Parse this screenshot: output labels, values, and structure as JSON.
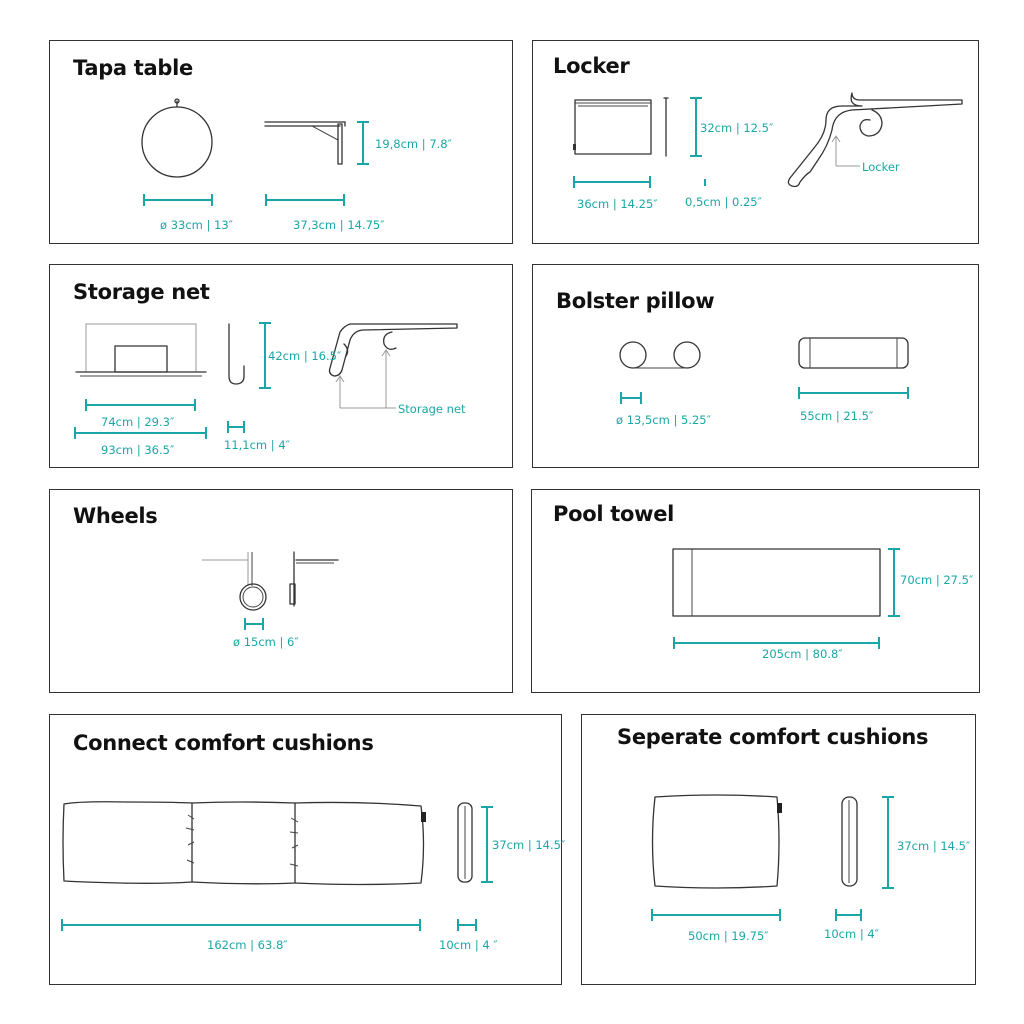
{
  "colors": {
    "dimension": "#1aa6a6",
    "ink": "#333333",
    "background": "#ffffff"
  },
  "panels": {
    "tapa_table": {
      "title": "Tapa table",
      "dims": [
        "ø 33cm | 13″",
        "19,8cm | 7.8″",
        "37,3cm | 14.75″"
      ]
    },
    "locker": {
      "title": "Locker",
      "dims": [
        "32cm | 12.5″",
        "36cm | 14.25″",
        "0,5cm | 0.25″"
      ],
      "callout": "Locker"
    },
    "storage_net": {
      "title": "Storage net",
      "dims": [
        "42cm | 16.5″",
        "74cm | 29.3″",
        "93cm | 36.5″",
        "11,1cm | 4″"
      ],
      "callout": "Storage net"
    },
    "bolster_pillow": {
      "title": "Bolster pillow",
      "dims": [
        "ø 13,5cm | 5.25″",
        "55cm | 21.5″"
      ]
    },
    "wheels": {
      "title": "Wheels",
      "dims": [
        "ø 15cm | 6″"
      ]
    },
    "pool_towel": {
      "title": "Pool towel",
      "dims": [
        "70cm | 27.5″",
        "205cm | 80.8″"
      ]
    },
    "connect_cushions": {
      "title": "Connect comfort cushions",
      "dims": [
        "37cm | 14.5″",
        "162cm | 63.8″",
        "10cm | 4 ″"
      ]
    },
    "separate_cushions": {
      "title": "Seperate comfort cushions",
      "dims": [
        "37cm | 14.5″",
        "50cm | 19.75″",
        "10cm | 4″"
      ]
    }
  }
}
